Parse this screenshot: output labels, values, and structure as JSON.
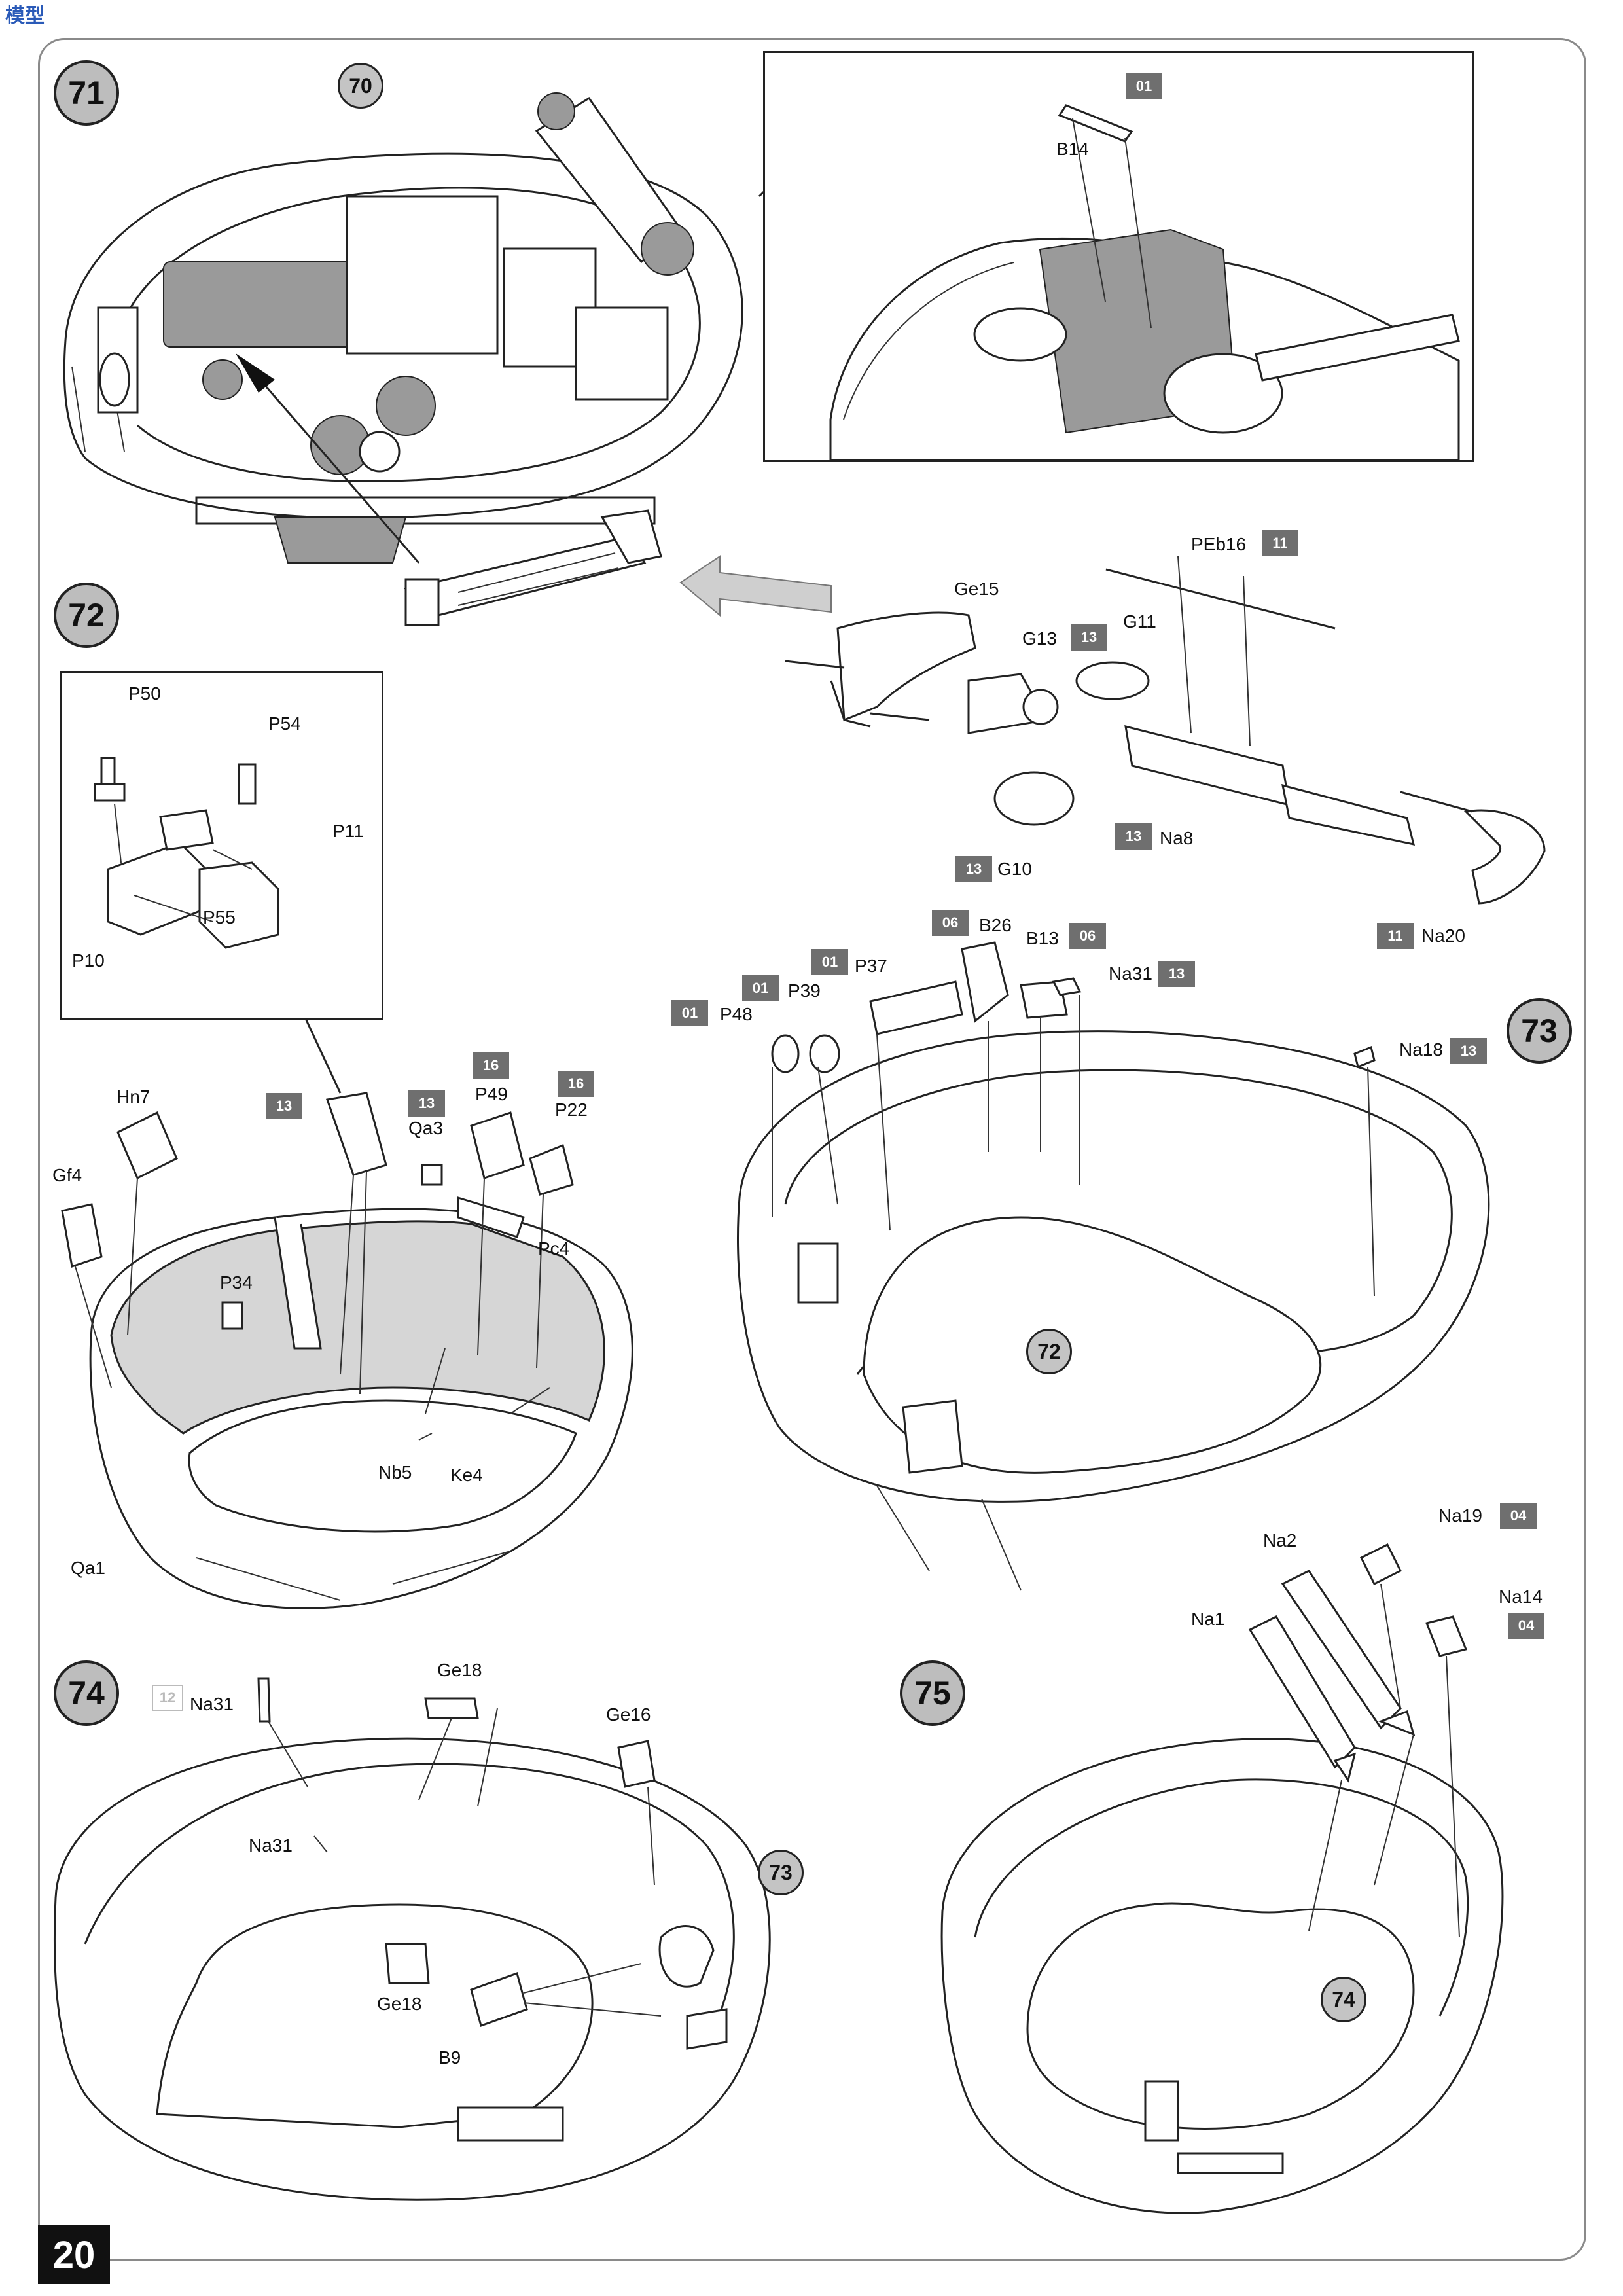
{
  "page": {
    "number": "20",
    "logo": "模型"
  },
  "steps": [
    "71",
    "72",
    "73",
    "74",
    "75"
  ],
  "refs": {
    "r70": "70",
    "r72": "72",
    "r73": "73",
    "r74": "74"
  },
  "labels": {
    "B14": "B14",
    "PEb16": "PEb16",
    "Ge15": "Ge15",
    "G13": "G13",
    "G11": "G11",
    "Na8": "Na8",
    "G10": "G10",
    "Na20": "Na20",
    "P50": "P50",
    "P54": "P54",
    "P11": "P11",
    "P55": "P55",
    "P10": "P10",
    "B26": "B26",
    "B13": "B13",
    "Na31": "Na31",
    "P37": "P37",
    "P39": "P39",
    "P48": "P48",
    "Na18": "Na18",
    "Hn7": "Hn7",
    "Gf4": "Gf4",
    "P34": "P34",
    "P49": "P49",
    "P22": "P22",
    "Qa3": "Qa3",
    "Pc4": "Pc4",
    "Nb5": "Nb5",
    "Ke4": "Ke4",
    "Qa1": "Qa1",
    "Na19": "Na19",
    "Na2": "Na2",
    "Na1": "Na1",
    "Na14": "Na14",
    "Ge18": "Ge18",
    "Ge16": "Ge16",
    "Na31b": "Na31",
    "Na31c": "Na31",
    "Ge18b": "Ge18",
    "B9": "B9"
  },
  "paint": {
    "c01a": "01",
    "c11a": "11",
    "c13a": "13",
    "c13b": "13",
    "c13c": "13",
    "c11b": "11",
    "c06a": "06",
    "c06b": "06",
    "c13d": "13",
    "c01b": "01",
    "c01c": "01",
    "c01d": "01",
    "c13e": "13",
    "c13f": "13",
    "c16a": "16",
    "c16b": "16",
    "c13g": "13",
    "c04a": "04",
    "c04b": "04",
    "c12": "12"
  }
}
